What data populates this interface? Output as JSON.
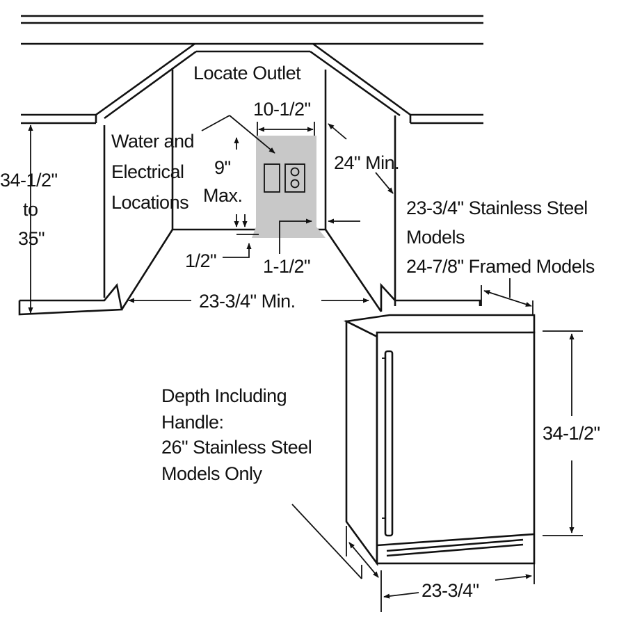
{
  "colors": {
    "line": "#111111",
    "background": "#ffffff",
    "outlet_zone": "#c8c8c8"
  },
  "labels": {
    "locate_outlet": "Locate Outlet",
    "outlet_width": "10-1/2\"",
    "water_electrical": [
      "Water and",
      "Electrical",
      "Locations"
    ],
    "max_height": [
      "9\"",
      "Max."
    ],
    "countertop_height": [
      "34-1/2\"",
      "to",
      "35\""
    ],
    "min_height_24": "24\" Min.",
    "opening_depth": [
      "23-3/4\" Stainless Steel",
      "Models",
      "24-7/8\" Framed Models"
    ],
    "half_inch": "1/2\"",
    "one_and_half": "1-1/2\"",
    "opening_width": "23-3/4\" Min.",
    "depth_handle": [
      "Depth Including",
      "Handle:",
      "26\" Stainless Steel",
      "Models Only"
    ],
    "unit_height": "34-1/2\"",
    "unit_width": "23-3/4\""
  }
}
